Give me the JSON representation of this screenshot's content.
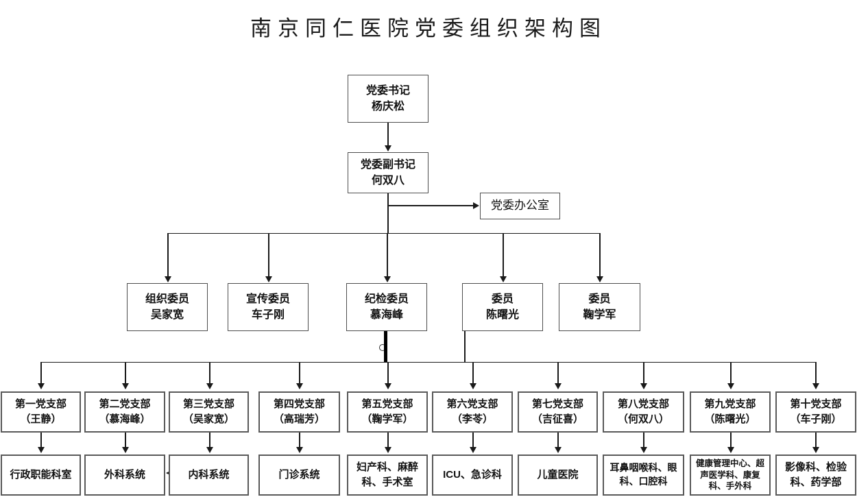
{
  "page": {
    "title": "南京同仁医院党委组织架构图"
  },
  "org": {
    "secretary": {
      "role": "党委书记",
      "person": "杨庆松"
    },
    "deputy": {
      "role": "党委副书记",
      "person": "何双八"
    },
    "office": {
      "label": "党委办公室"
    },
    "committees": [
      {
        "role": "组织委员",
        "person": "吴家宽"
      },
      {
        "role": "宣传委员",
        "person": "车子刚"
      },
      {
        "role": "纪检委员",
        "person": "慕海峰"
      },
      {
        "role": "委员",
        "person": "陈曙光"
      },
      {
        "role": "委员",
        "person": "鞠学军"
      }
    ],
    "branches": [
      {
        "name": "第一党支部",
        "leader": "（王静）"
      },
      {
        "name": "第二党支部",
        "leader": "（慕海峰）"
      },
      {
        "name": "第三党支部",
        "leader": "（吴家宽）"
      },
      {
        "name": "第四党支部",
        "leader": "（高瑞芳）"
      },
      {
        "name": "第五党支部",
        "leader": "（鞠学军）"
      },
      {
        "name": "第六党支部",
        "leader": "（李苓）"
      },
      {
        "name": "第七党支部",
        "leader": "（吉征喜）"
      },
      {
        "name": "第八党支部",
        "leader": "（何双八）"
      },
      {
        "name": "第九党支部",
        "leader": "（陈曙光）"
      },
      {
        "name": "第十党支部",
        "leader": "（车子刚）"
      }
    ],
    "departments": [
      {
        "label": "行政职能科室"
      },
      {
        "label": "外科系统"
      },
      {
        "label": "内科系统"
      },
      {
        "label": "门诊系统"
      },
      {
        "label": "妇产科、麻醉科、手术室"
      },
      {
        "label": "ICU、急诊科"
      },
      {
        "label": "儿童医院"
      },
      {
        "label": "耳鼻咽喉科、眼科、口腔科"
      },
      {
        "label": "健康管理中心、超声医学科、康复科、手外科"
      },
      {
        "label": "影像科、检验科、药学部"
      }
    ]
  },
  "colors": {
    "background": "#ffffff",
    "box_border": "#595959",
    "line": "#1a1a1a",
    "text": "#111111"
  }
}
